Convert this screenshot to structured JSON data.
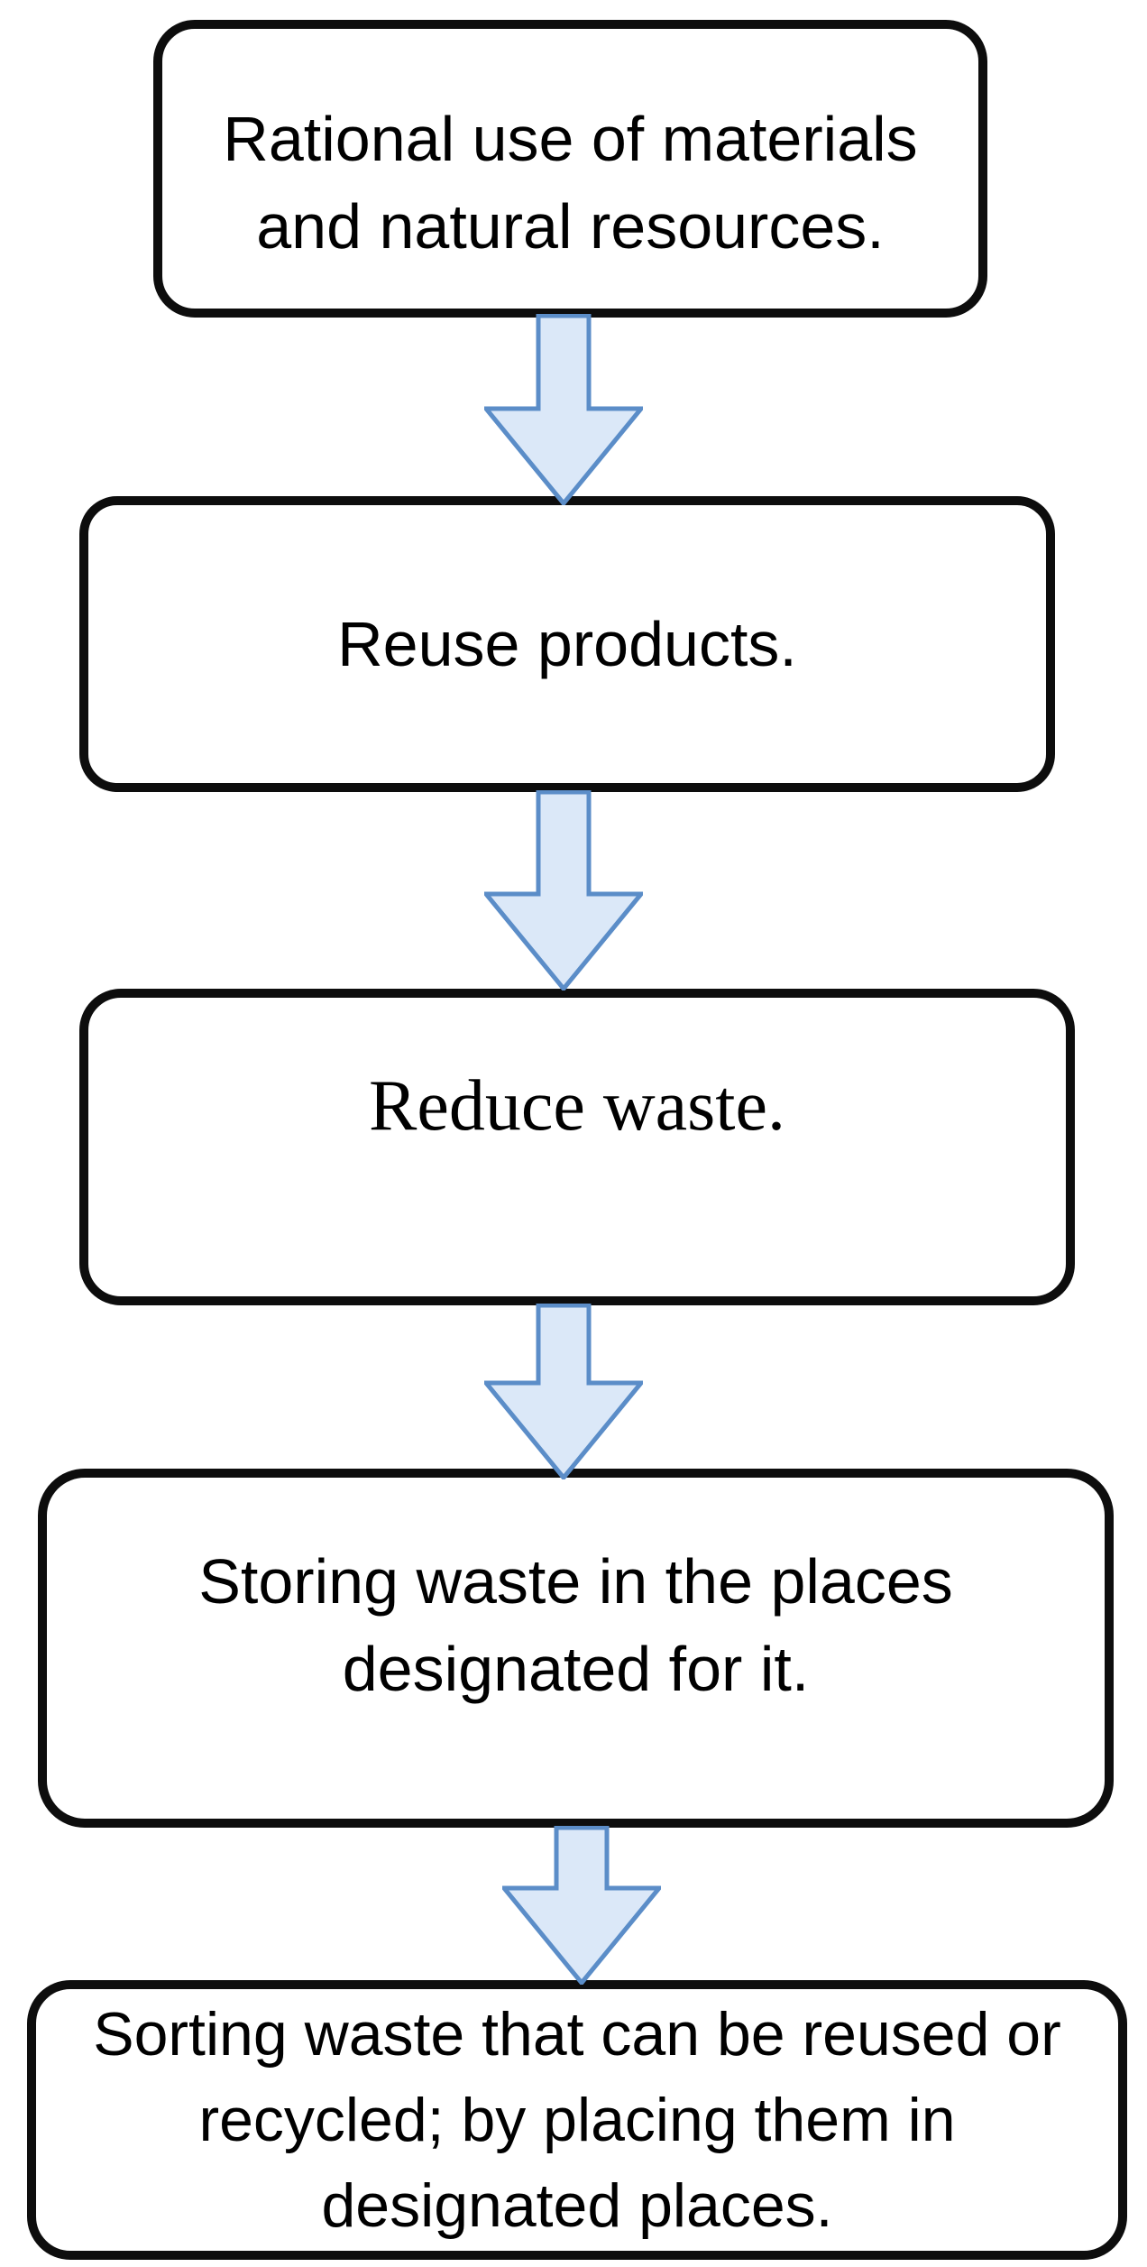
{
  "diagram": {
    "type": "flowchart",
    "direction": "top-to-bottom",
    "boxes": [
      {
        "name": "rational-use",
        "text": "Rational use of materials and natural resources.",
        "lines": [
          "Rational use of materials",
          "and natural resources."
        ]
      },
      {
        "name": "reuse-products",
        "text": "Reuse products.",
        "lines": [
          "Reuse products."
        ]
      },
      {
        "name": "reduce-waste",
        "text": "Reduce waste.",
        "lines": [
          "Reduce waste."
        ]
      },
      {
        "name": "storing-waste",
        "text": "Storing waste in the places designated for it.",
        "lines": [
          "Storing waste in the places",
          "designated for it."
        ]
      },
      {
        "name": "sorting-waste",
        "text": "Sorting waste that can be reused or recycled; by placing them in designated places.",
        "lines": [
          "Sorting waste that can be reused or",
          "recycled; by placing them in",
          "designated places."
        ]
      }
    ],
    "arrows": [
      {
        "name": "arrow-1",
        "direction": "down",
        "from": "rational-use",
        "to": "reuse-products"
      },
      {
        "name": "arrow-2",
        "direction": "down",
        "from": "reuse-products",
        "to": "reduce-waste"
      },
      {
        "name": "arrow-3",
        "direction": "down",
        "from": "reduce-waste",
        "to": "storing-waste"
      },
      {
        "name": "arrow-4",
        "direction": "down",
        "from": "storing-waste",
        "to": "sorting-waste"
      }
    ]
  },
  "colors": {
    "background": "#ffffff",
    "box_border": "#0d0d0d",
    "box_fill": "#ffffff",
    "text": "#000000",
    "arrow_fill": "#dbe8f8",
    "arrow_stroke": "#5b8dc8"
  }
}
